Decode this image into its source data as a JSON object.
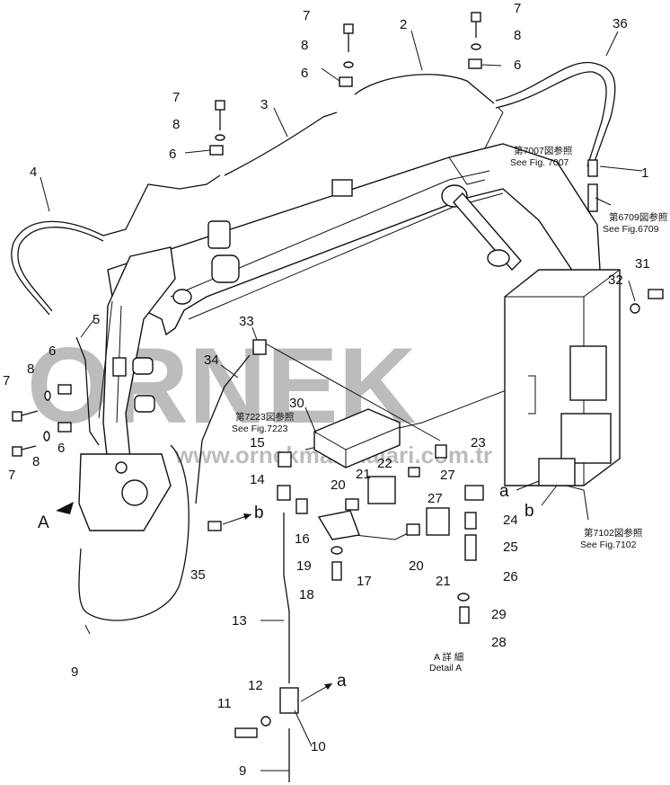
{
  "labels": {
    "n1": "1",
    "n2": "2",
    "n3": "3",
    "n4": "4",
    "n5": "5",
    "n6a": "6",
    "n6b": "6",
    "n6c": "6",
    "n6d": "6",
    "n6e": "6",
    "n7a": "7",
    "n7b": "7",
    "n7c": "7",
    "n7d": "7",
    "n7e": "7",
    "n8a": "8",
    "n8b": "8",
    "n8c": "8",
    "n8d": "8",
    "n8e": "8",
    "n9a": "9",
    "n9b": "9",
    "n10": "10",
    "n11": "11",
    "n12": "12",
    "n13": "13",
    "n14": "14",
    "n15": "15",
    "n16": "16",
    "n17": "17",
    "n18": "18",
    "n19": "19",
    "n20a": "20",
    "n20b": "20",
    "n21a": "21",
    "n21b": "21",
    "n22": "22",
    "n23": "23",
    "n24": "24",
    "n25": "25",
    "n26": "26",
    "n27a": "27",
    "n27b": "27",
    "n28": "28",
    "n29": "29",
    "n30": "30",
    "n31": "31",
    "n32": "32",
    "n33": "33",
    "n34": "34",
    "n35": "35",
    "n36": "36"
  },
  "refs": {
    "fig7007_jp": "第7007図参照",
    "fig7007_en": "See Fig. 7007",
    "fig6709_jp": "第6709図参照",
    "fig6709_en": "See Fig.6709",
    "fig7223_jp": "第7223図参照",
    "fig7223_en": "See Fig.7223",
    "fig7102_jp": "第7102図参照",
    "fig7102_en": "See Fig.7102"
  },
  "markers": {
    "a1": "a",
    "a2": "a",
    "b1": "b",
    "b2": "b",
    "detail_arrow": "A"
  },
  "detail": {
    "jp": "A 詳 細",
    "en": "Detail A"
  },
  "watermark": {
    "logo": "ORNEK",
    "url": "www.ornekmakinalari.com.tr"
  }
}
